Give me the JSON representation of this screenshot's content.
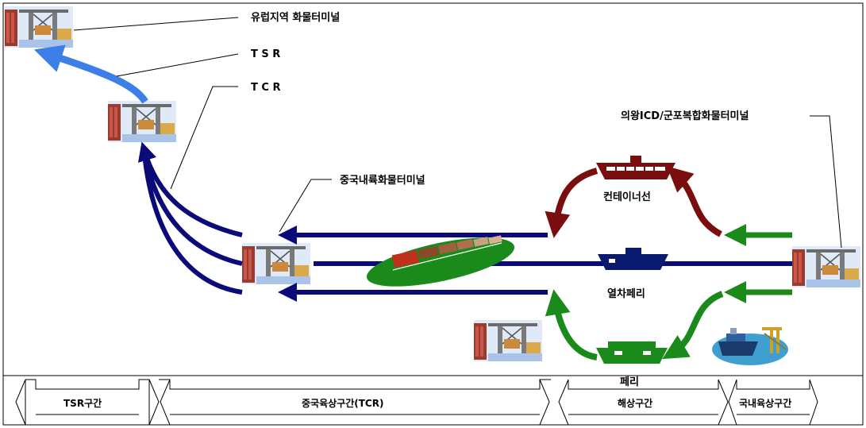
{
  "labels": {
    "europe_terminal": "유럽지역 화물터미널",
    "tsr": "T S R",
    "tcr": "T C R",
    "uiwang_terminal": "의왕ICD/군포복합화물터미널",
    "china_terminal": "중국내륙화물터미널",
    "container_ship": "컨테이너선",
    "train_ferry": "열차페리",
    "ferry": "페리"
  },
  "segments": {
    "tsr_section": "TSR구간",
    "china_land_section": "중국육상구간(TCR)",
    "sea_section": "해상구간",
    "domestic_section": "국내육상구간"
  },
  "colors": {
    "rail_blue": "#0a0a78",
    "tsr_blue": "#3d7fe6",
    "green": "#1a8a1a",
    "ship_red": "#7a0e0e",
    "ferry_navy": "#0a1a6e"
  }
}
